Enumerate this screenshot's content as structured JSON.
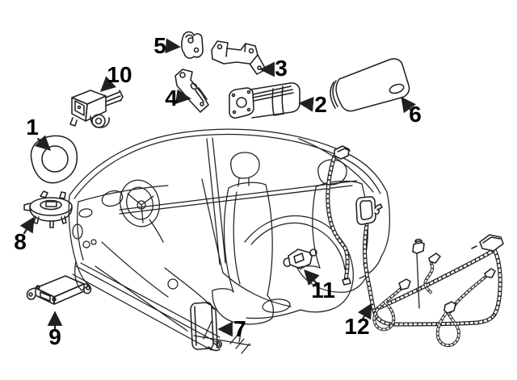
{
  "diagram": {
    "background_color": "#ffffff",
    "line_color": "#231f20",
    "label_color": "#000000"
  },
  "callouts": [
    {
      "label": "1"
    },
    {
      "label": "2"
    },
    {
      "label": "3"
    },
    {
      "label": "4"
    },
    {
      "label": "5"
    },
    {
      "label": "6"
    },
    {
      "label": "7"
    },
    {
      "label": "8"
    },
    {
      "label": "9"
    },
    {
      "label": "10"
    },
    {
      "label": "11"
    },
    {
      "label": "12"
    }
  ]
}
